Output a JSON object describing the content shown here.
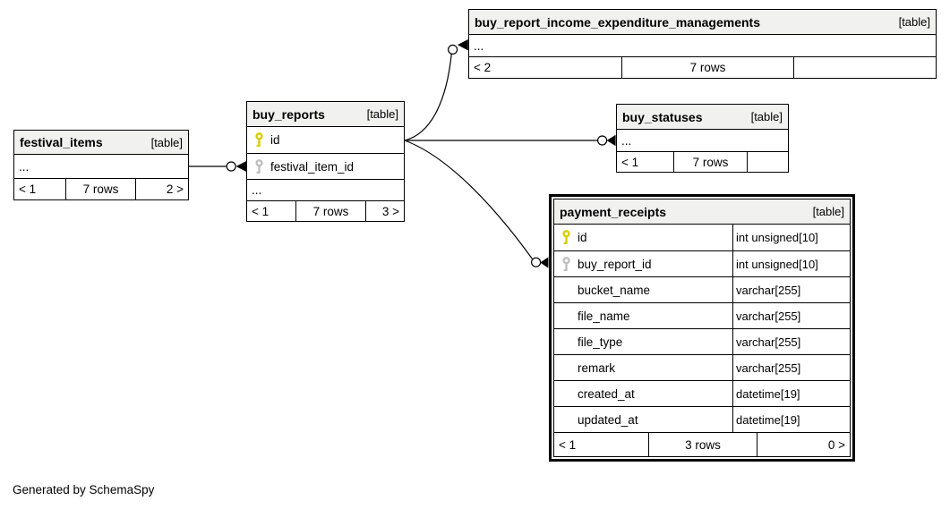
{
  "footer_note": "Generated by SchemaSpy",
  "colors": {
    "canvas": "#ffffff",
    "header_bg": "#f1f1ef",
    "border": "#000000",
    "primary_key": "#d8ce00",
    "foreign_key": "#bfbfbf"
  },
  "icons": {
    "primary_key": "key-icon-yellow",
    "foreign_key": "key-icon-gray"
  },
  "tables": [
    {
      "name": "festival_items",
      "tag": "[table]",
      "highlighted": false,
      "columns": [
        {
          "name": "...",
          "key": null,
          "type": null
        }
      ],
      "footer": {
        "left": "< 1",
        "center": "7 rows",
        "right": "2 >"
      }
    },
    {
      "name": "buy_reports",
      "tag": "[table]",
      "highlighted": false,
      "columns": [
        {
          "name": "id",
          "key": "pk",
          "type": null
        },
        {
          "name": "festival_item_id",
          "key": "fk",
          "type": null
        },
        {
          "name": "...",
          "key": null,
          "type": null
        }
      ],
      "footer": {
        "left": "< 1",
        "center": "7 rows",
        "right": "3 >"
      }
    },
    {
      "name": "buy_report_income_expenditure_managements",
      "tag": "[table]",
      "highlighted": false,
      "columns": [
        {
          "name": "...",
          "key": null,
          "type": null
        }
      ],
      "footer": {
        "left": "< 2",
        "center": "7 rows",
        "right": ""
      }
    },
    {
      "name": "buy_statuses",
      "tag": "[table]",
      "highlighted": false,
      "columns": [
        {
          "name": "...",
          "key": null,
          "type": null
        }
      ],
      "footer": {
        "left": "< 1",
        "center": "7 rows",
        "right": ""
      }
    },
    {
      "name": "payment_receipts",
      "tag": "[table]",
      "highlighted": true,
      "columns": [
        {
          "name": "id",
          "key": "pk",
          "type": "int unsigned[10]"
        },
        {
          "name": "buy_report_id",
          "key": "fk",
          "type": "int unsigned[10]"
        },
        {
          "name": "bucket_name",
          "key": null,
          "type": "varchar[255]"
        },
        {
          "name": "file_name",
          "key": null,
          "type": "varchar[255]"
        },
        {
          "name": "file_type",
          "key": null,
          "type": "varchar[255]"
        },
        {
          "name": "remark",
          "key": null,
          "type": "varchar[255]"
        },
        {
          "name": "created_at",
          "key": null,
          "type": "datetime[19]"
        },
        {
          "name": "updated_at",
          "key": null,
          "type": "datetime[19]"
        }
      ],
      "footer": {
        "left": "< 1",
        "center": "3 rows",
        "right": "0 >"
      }
    }
  ],
  "relationships": [
    {
      "from": "festival_items",
      "to": "buy_reports.festival_item_id"
    },
    {
      "from": "buy_reports.id",
      "to": "buy_report_income_expenditure_managements"
    },
    {
      "from": "buy_reports.id",
      "to": "buy_statuses"
    },
    {
      "from": "buy_reports.id",
      "to": "payment_receipts.buy_report_id"
    }
  ]
}
